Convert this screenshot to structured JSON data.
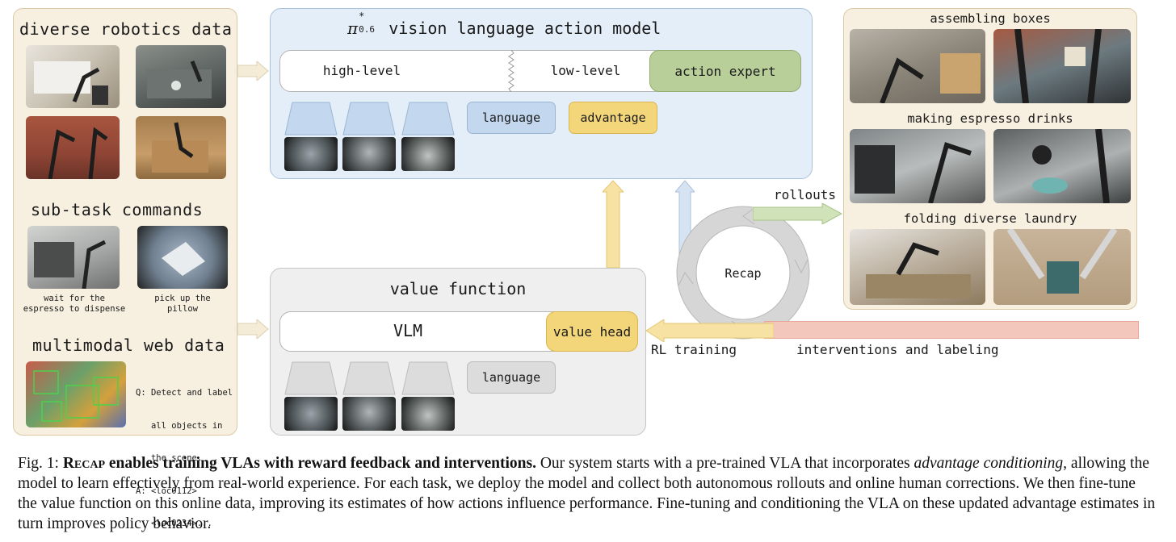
{
  "left_panel": {
    "robotics_title": "diverse robotics data",
    "subtask_title": "sub-task commands",
    "subtask_captions": [
      "wait for the espresso to dispense",
      "pick up the pillow"
    ],
    "subtask_caption_lines": [
      [
        "wait for the",
        "espresso to dispense"
      ],
      [
        "pick up the",
        "pillow"
      ]
    ],
    "web_title": "multimodal web data",
    "web_qa_lines": [
      "Q: Detect and label",
      "   all objects in",
      "   the scene.",
      "A: <loc0112>",
      "   <loc0234>..."
    ]
  },
  "vla": {
    "title_symbol": "π",
    "title_sup": "*",
    "title_sub": "0.6",
    "title_text": "vision language action model",
    "high_level": "high-level",
    "low_level": "low-level",
    "action_expert": "action expert",
    "language": "language",
    "advantage": "advantage"
  },
  "value": {
    "title": "value function",
    "vlm": "VLM",
    "value_head": "value head",
    "language": "language"
  },
  "recap": {
    "label": "Recap",
    "rollouts": "rollouts",
    "rl_training": "RL training",
    "interventions": "interventions and labeling"
  },
  "right_panel": {
    "titles": [
      "assembling boxes",
      "making espresso drinks",
      "folding diverse laundry"
    ]
  },
  "caption": {
    "prefix": "Fig. 1: ",
    "bold_sc": "Recap",
    "bold_rest": " enables training VLAs with reward feedback and interventions.",
    "text1": " Our system starts with a pre-trained VLA that incorporates ",
    "italic": "advantage conditioning",
    "text2": ", allowing the model to learn effectively from real-world experience. For each task, we deploy the model and collect both autonomous rollouts and online human corrections. We then fine-tune the value function on this online data, improving its estimates of how actions influence performance. Fine-tuning and conditioning the VLA on these updated advantage estimates in turn improves policy behavior."
  },
  "colors": {
    "beige_panel": "#f7efe0",
    "blue_panel": "#e4eef8",
    "gray_panel": "#efefef",
    "green_expert": "#b8cf9a",
    "yellow_token": "#f4d67a",
    "blue_token": "#c3d8ee",
    "red_arrow": "#f4c7bc"
  }
}
